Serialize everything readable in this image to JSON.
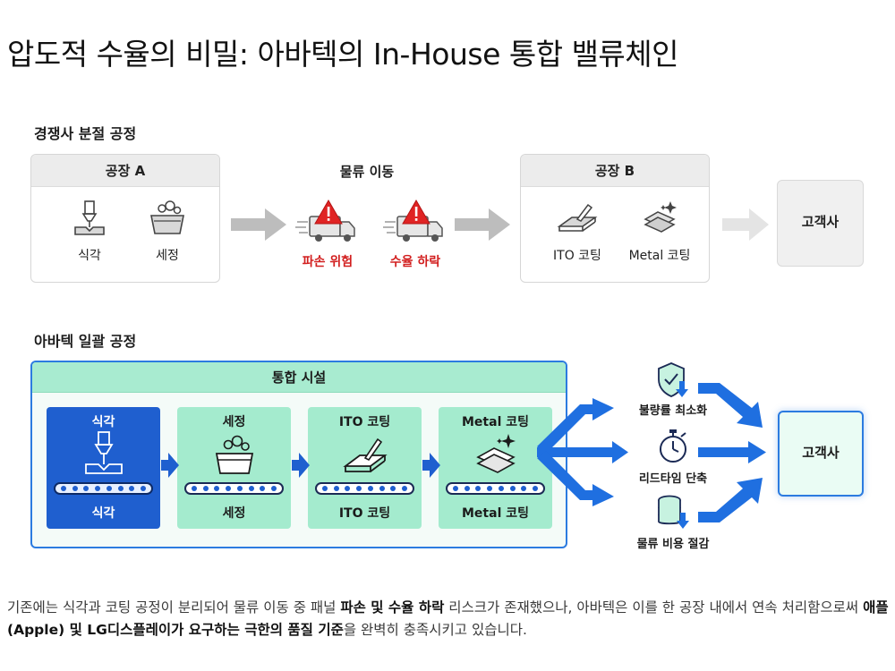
{
  "title": "압도적 수율의 비밀: 아바텍의 In-House 통합 밸류체인",
  "competitor": {
    "label": "경쟁사 분절 공정",
    "factory_a": {
      "title": "공장 A",
      "steps": [
        "식각",
        "세정"
      ]
    },
    "logistics": {
      "title": "물류 이동",
      "risks": [
        "파손 위험",
        "수율 하락"
      ]
    },
    "factory_b": {
      "title": "공장 B",
      "steps": [
        "ITO 코팅",
        "Metal 코팅"
      ]
    },
    "customer": "고객사"
  },
  "avatec": {
    "label": "아바텍 일괄 공정",
    "facility_title": "통합 시설",
    "processes": [
      {
        "top": "식각",
        "bottom": "식각",
        "icon": "etching-laser-icon"
      },
      {
        "top": "세정",
        "bottom": "세정",
        "icon": "washing-basin-icon"
      },
      {
        "top": "ITO 코팅",
        "bottom": "ITO 코팅",
        "icon": "ito-coating-icon"
      },
      {
        "top": "Metal 코팅",
        "bottom": "Metal 코팅",
        "icon": "metal-layers-icon"
      }
    ],
    "benefits": [
      {
        "label": "불량률 최소화",
        "icon": "shield-icon"
      },
      {
        "label": "리드타임 단축",
        "icon": "stopwatch-icon"
      },
      {
        "label": "물류 비용 절감",
        "icon": "coin-stack-icon"
      }
    ],
    "customer": "고객사"
  },
  "description": {
    "p1": "기존에는 식각과 코팅 공정이 분리되어 물류 이동 중 패널 ",
    "b1": "파손 및 수율 하락",
    "p2": " 리스크가 존재했으나, 아바텍은 이를 한 공장 내에서 연속 처리함으로써 ",
    "b2": "애플(Apple) 및 LG디스플레이가 요구하는 극한의 품질 기준",
    "p3": "을 완벽히 충족시키고 있습니다."
  },
  "colors": {
    "accent_blue": "#2c7be0",
    "dark_blue": "#1f5fcf",
    "mint": "#a4ebce",
    "risk_red": "#d21f1f"
  }
}
